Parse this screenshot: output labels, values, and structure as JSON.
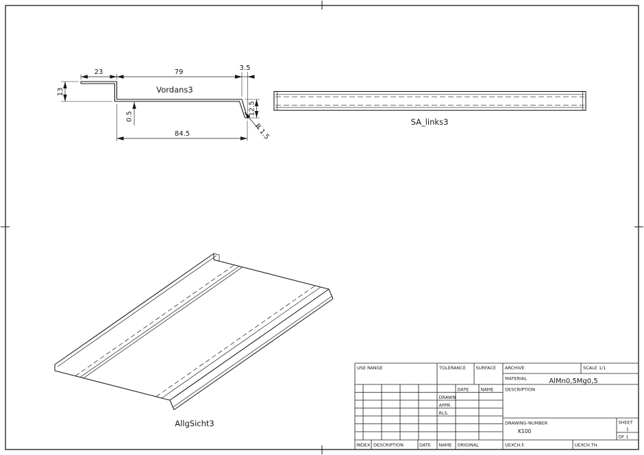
{
  "sheet": {
    "background": "#ffffff",
    "ink": "#161616"
  },
  "views": {
    "section": {
      "label": "Vordans3",
      "dims": {
        "lip_width": "23",
        "web_width": "79",
        "flange_offset": "3.5",
        "left_height": "13",
        "thickness": "0.5",
        "right_height": "12.5",
        "bend_radius": "R 1.5",
        "overall_width": "84.5"
      }
    },
    "side": {
      "label": "SA_links3"
    },
    "iso": {
      "label": "AllgSicht3"
    }
  },
  "title_block": {
    "use_range": "USE RANGE",
    "tolerance": "TOLERANCE",
    "surface": "SURFACE",
    "archive": "ARCHIVE",
    "scale_label": "SCALE",
    "scale_value": "1/1",
    "material_label": "MATERIAL",
    "material_value": "AlMn0,5Mg0,5",
    "date_header": "DATE",
    "name_header": "NAME",
    "description_label": "DESCRIPTION",
    "drawn": "DRAWN",
    "approved": "APPR.",
    "released": "RLS.",
    "drawing_number_label": "DRAWING-NUMBER",
    "drawing_number": "K100",
    "sheet_label": "SHEET",
    "sheet_number": "1",
    "sheet_of": "OF 1",
    "index_label": "INDEX",
    "revision_description": "DESCRIPTION",
    "revision_date": "DATE",
    "revision_name": "NAME",
    "original_label": "ORIGINAL",
    "exchange_for": "UEXCH.F.",
    "exchange_through": "UEXCH.TH."
  }
}
